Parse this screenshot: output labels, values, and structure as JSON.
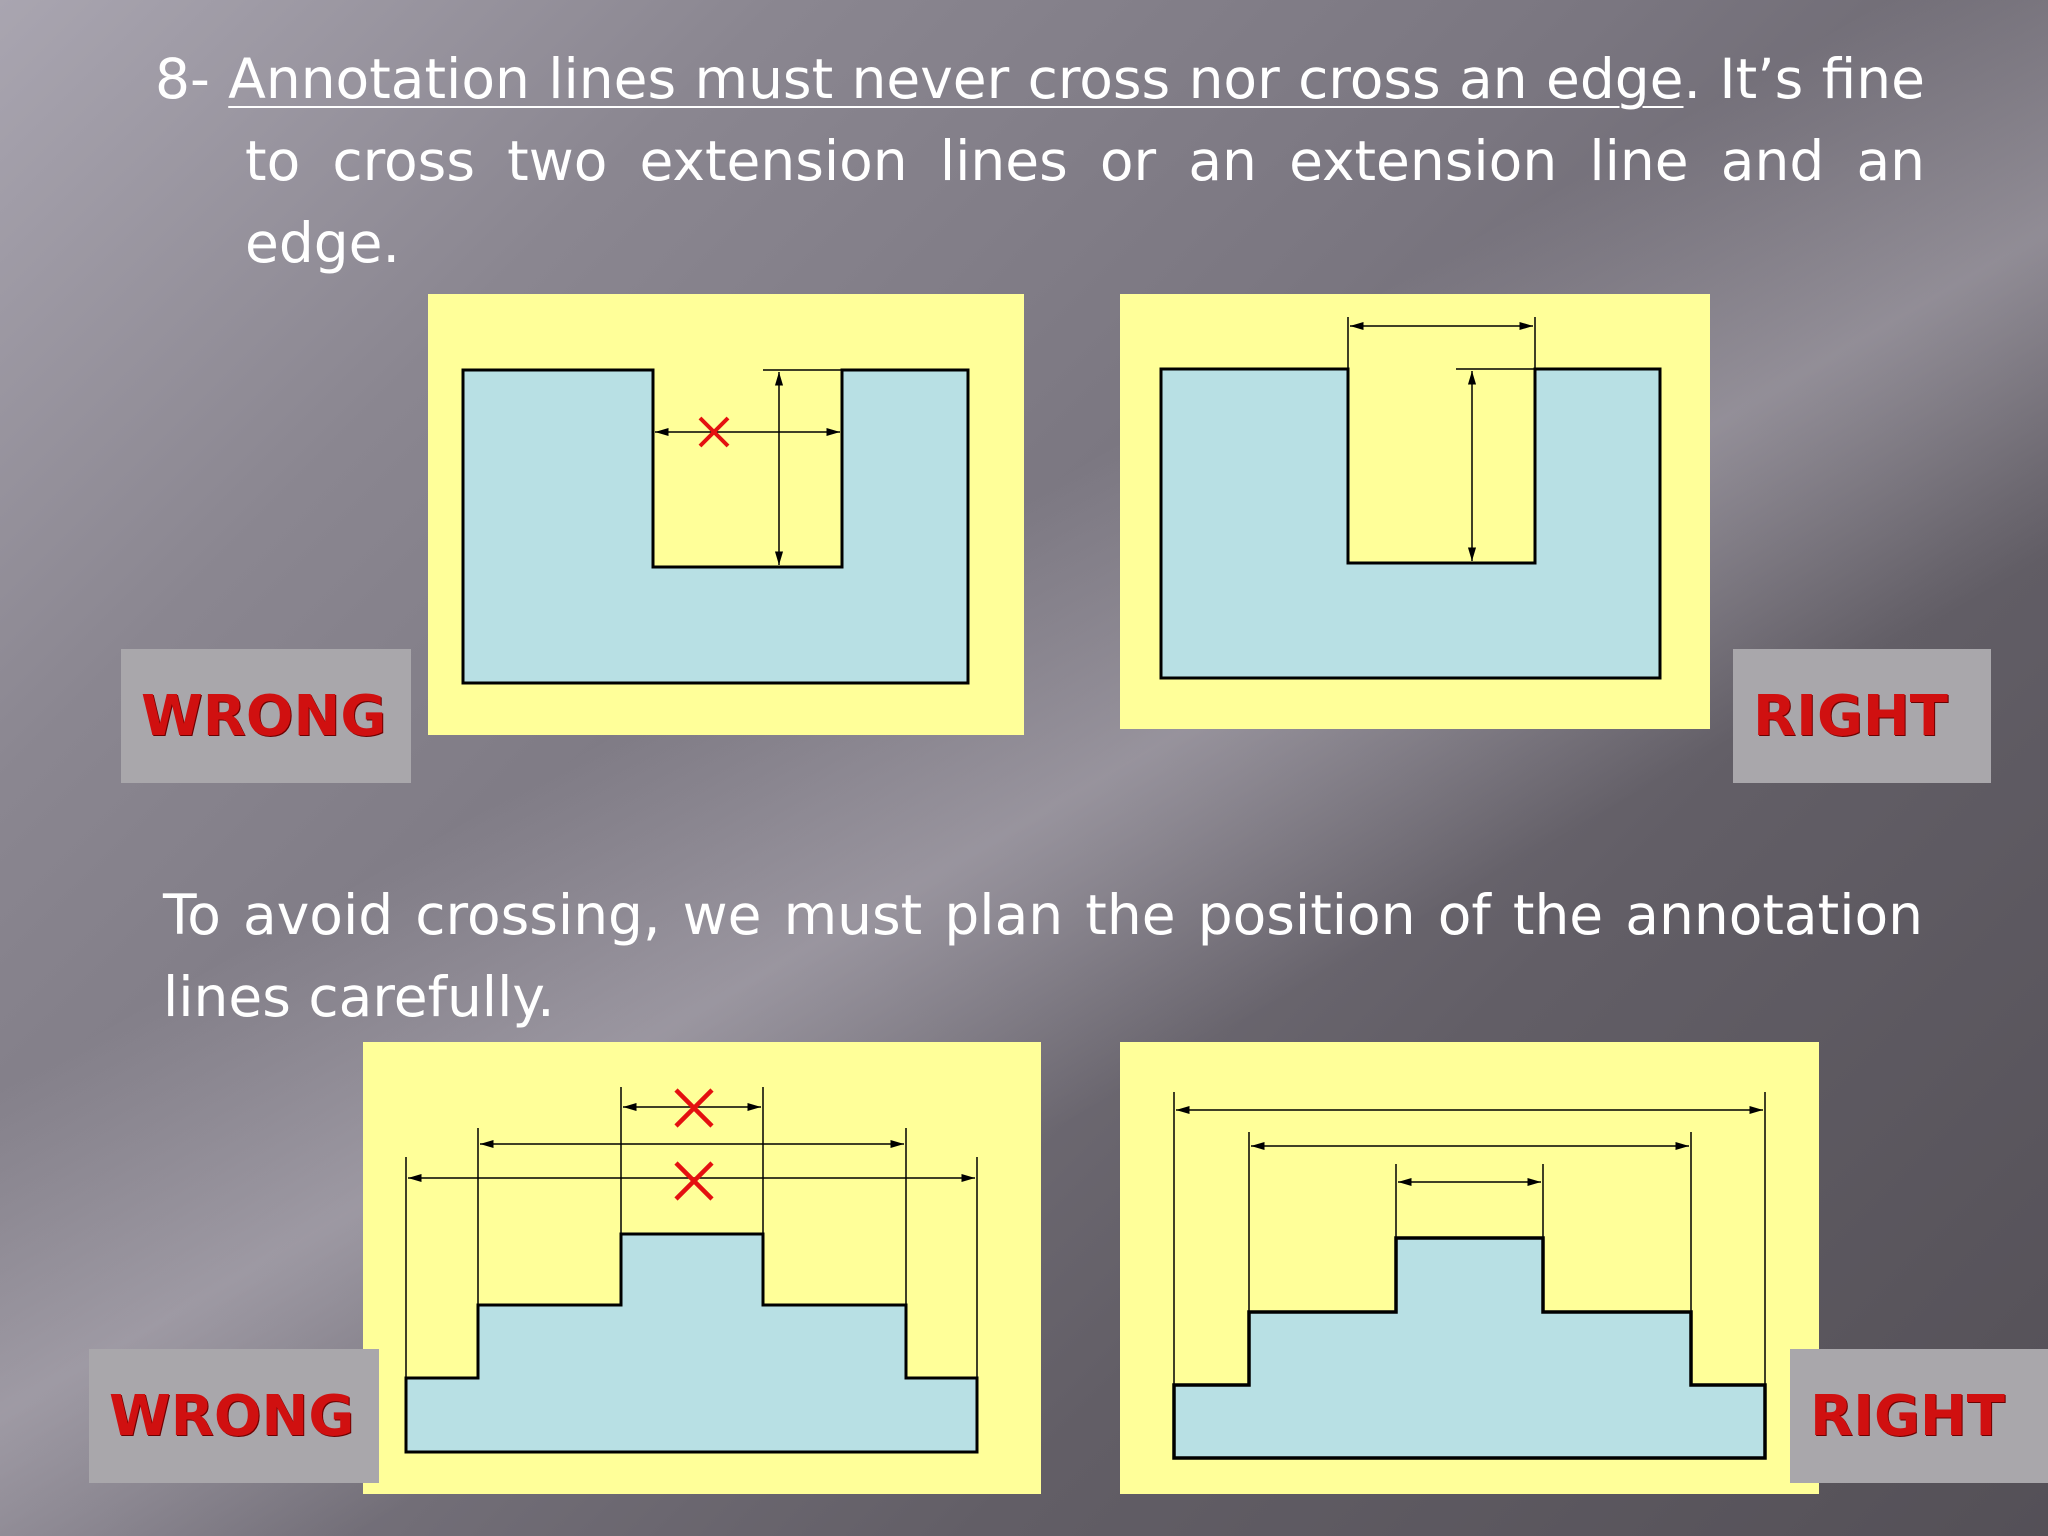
{
  "heading": {
    "number": "8- ",
    "underlined": "Annotation lines must never cross nor cross an edge",
    "rest": ". It’s fine to cross two extension lines or an extension line and an edge."
  },
  "paragraph2": "To avoid crossing, we must plan the position of the annotation lines carefully.",
  "labels": {
    "wrong": "WRONG",
    "right": "RIGHT"
  },
  "colors": {
    "panel_background": "#ffff99",
    "shape_fill": "#b8e0e4",
    "error_mark": "#e41010",
    "label_text": "#d01010",
    "label_background": "#a9a7ab"
  },
  "figures": [
    {
      "id": "fig-1-wrong",
      "description_icon": "red-x-mark",
      "verdict": "wrong"
    },
    {
      "id": "fig-1-right",
      "verdict": "right"
    },
    {
      "id": "fig-2-wrong",
      "description_icon": "red-x-mark",
      "verdict": "wrong"
    },
    {
      "id": "fig-2-right",
      "verdict": "right"
    }
  ]
}
